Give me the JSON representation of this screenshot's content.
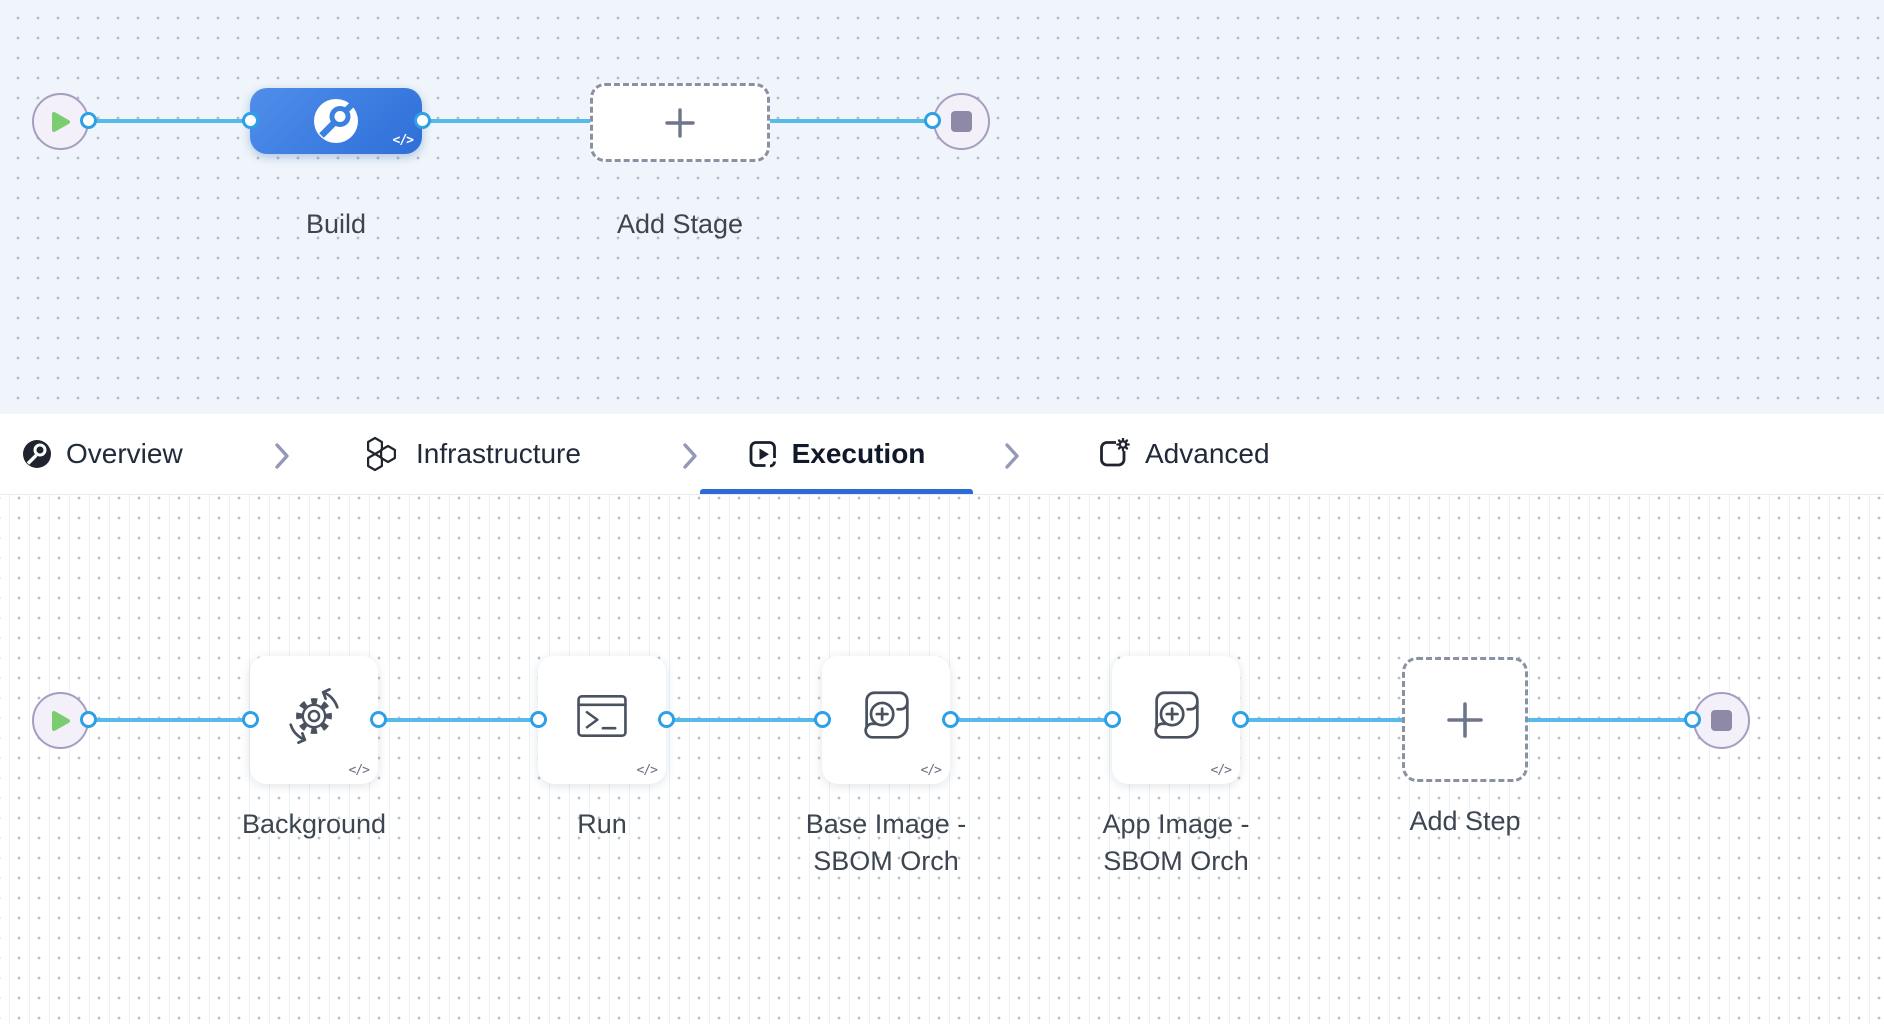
{
  "stage_pipeline": {
    "start_node": "pipeline start",
    "end_node": "pipeline end",
    "stages": [
      {
        "name": "Build",
        "code_badge": "</>",
        "icon": "ci-build-icon"
      }
    ],
    "add_stage": {
      "label": "Add Stage",
      "icon": "plus-icon"
    }
  },
  "tabs": {
    "items": [
      {
        "label": "Overview",
        "icon": "overview-icon",
        "active": false
      },
      {
        "label": "Infrastructure",
        "icon": "infrastructure-icon",
        "active": false
      },
      {
        "label": "Execution",
        "icon": "execution-icon",
        "active": true
      },
      {
        "label": "Advanced",
        "icon": "advanced-icon",
        "active": false
      }
    ]
  },
  "step_pipeline": {
    "steps": [
      {
        "name": "Background",
        "lines": [
          "Background"
        ],
        "code_badge": "</>",
        "icon": "background-service-icon"
      },
      {
        "name": "Run",
        "lines": [
          "Run"
        ],
        "code_badge": "</>",
        "icon": "terminal-icon"
      },
      {
        "name": "Base Image - SBOM Orch",
        "lines": [
          "Base Image -",
          "SBOM Orch"
        ],
        "code_badge": "</>",
        "icon": "sbom-scroll-icon"
      },
      {
        "name": "App Image - SBOM Orch",
        "lines": [
          "App Image -",
          "SBOM Orch"
        ],
        "code_badge": "</>",
        "icon": "sbom-scroll-icon"
      }
    ],
    "add_step": {
      "label": "Add Step",
      "icon": "plus-icon"
    }
  },
  "colors": {
    "accent_blue": "#2c6bd7",
    "edge_blue": "#58bae9",
    "port_blue": "#2da0e6",
    "stage_gradient_start": "#4f8eea",
    "stage_gradient_end": "#2e6fd8",
    "start_green": "#7ccd72",
    "terminal_gray": "#8d89a6",
    "canvas_top_bg": "#eff5fa",
    "canvas_bottom_bg": "#ffffff"
  }
}
